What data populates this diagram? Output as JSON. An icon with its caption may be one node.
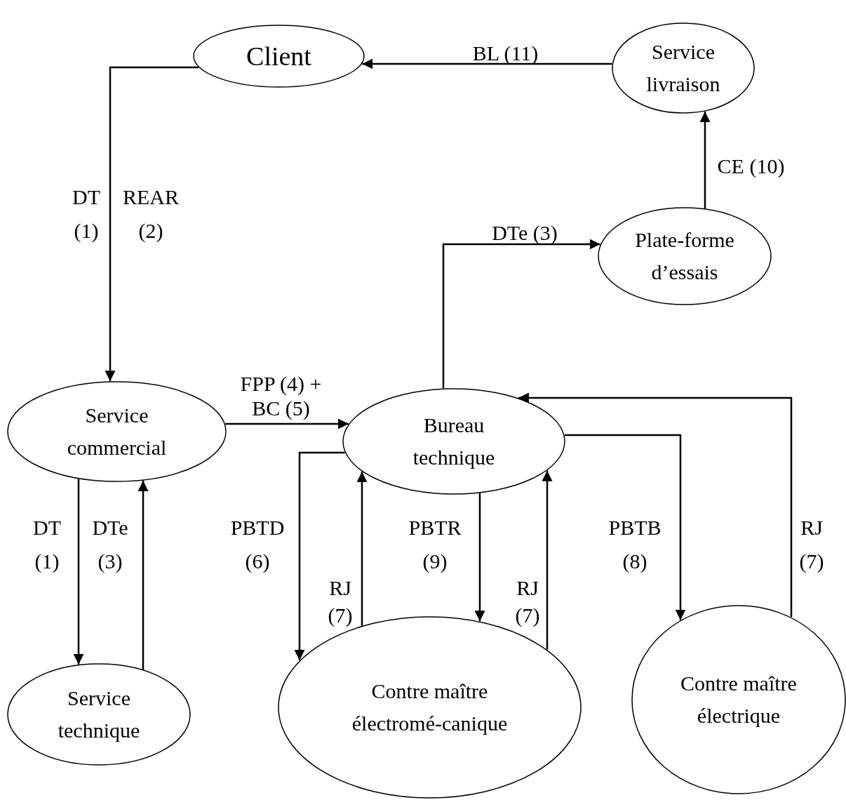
{
  "diagram": {
    "nodes": [
      {
        "text": [
          "Client"
        ]
      },
      {
        "text": [
          "Service livraison"
        ]
      },
      {
        "text": [
          "Plate-forme d’essais"
        ]
      },
      {
        "text": [
          "Service commercial"
        ]
      },
      {
        "text": [
          "Bureau technique"
        ]
      },
      {
        "text": [
          "Service technique"
        ]
      },
      {
        "text": [
          "Contre maître électromé-canique"
        ]
      },
      {
        "text": [
          "Contre maître électrique"
        ]
      }
    ],
    "edges": [
      {
        "from": 0,
        "to": 3,
        "arrow": "to",
        "label": "DT (1)"
      },
      {
        "from": 1,
        "to": 0,
        "arrow": "to",
        "label": "BL (11)"
      },
      {
        "from": 2,
        "to": 1,
        "arrow": "to",
        "label": "CE (10)"
      },
      {
        "from": 4,
        "to": 2,
        "arrow": "to",
        "label": "DTe (3)"
      },
      {
        "from": 3,
        "to": 4,
        "arrow": "to",
        "label": "FPP (4) + BC (5)"
      },
      {
        "from": 3,
        "to": 5,
        "arrow": "to",
        "label": "DT (1)"
      },
      {
        "from": 5,
        "to": 3,
        "arrow": "to",
        "label": "DTe (3)"
      },
      {
        "from": 4,
        "to": 6,
        "arrow": "to",
        "label": "PBTD (6)"
      },
      {
        "from": 6,
        "to": 4,
        "arrow": "to",
        "label": "RJ (7)"
      },
      {
        "from": 4,
        "to": 6,
        "arrow": "to",
        "label": "PBTR (9)"
      },
      {
        "from": 6,
        "to": 4,
        "arrow": "to",
        "label": "RJ (7)"
      },
      {
        "from": 4,
        "to": 7,
        "arrow": "to",
        "label": "PBTB (8)"
      },
      {
        "from": 7,
        "to": 4,
        "arrow": "to",
        "label": "RJ (7)"
      }
    ],
    "labels": [
      "REAR (2)"
    ]
  }
}
